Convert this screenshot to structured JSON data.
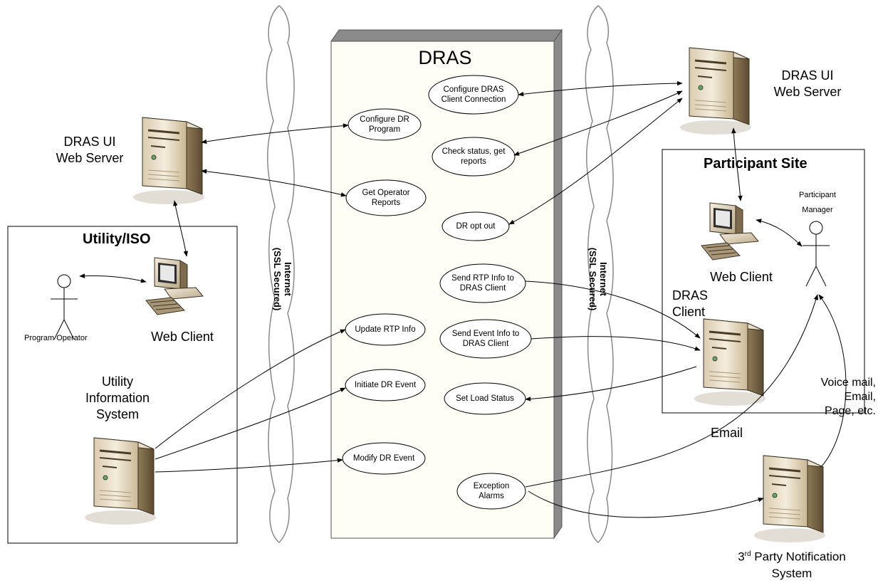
{
  "dras": {
    "title": "DRAS"
  },
  "internet": {
    "line1": "Internet",
    "line2": "(SSL Secured)"
  },
  "utility_box": {
    "title": "Utility/ISO"
  },
  "participant_box": {
    "title": "Participant Site"
  },
  "left_server": {
    "line1": "DRAS UI",
    "line2": "Web Server"
  },
  "right_server": {
    "line1": "DRAS UI",
    "line2": "Web Server"
  },
  "left_web_client": {
    "label": "Web Client"
  },
  "right_web_client": {
    "label": "Web Client"
  },
  "program_operator": {
    "label": "Program Operator"
  },
  "participant_manager": {
    "line1": "Participant",
    "line2": "Manager"
  },
  "utility_info_system": {
    "line1": "Utility",
    "line2": "Information",
    "line3": "System"
  },
  "dras_client": {
    "line1": "DRAS",
    "line2": "Client"
  },
  "third_party": {
    "line1": "3",
    "sup": "rd",
    "line1b": " Party Notification",
    "line2": "System"
  },
  "email_label": "Email",
  "voice_mail": {
    "line1": "Voice mail,",
    "line2": "Email,",
    "line3": "Page, etc."
  },
  "functions": {
    "configure_dr_program": {
      "line1": "Configure DR",
      "line2": "Program"
    },
    "get_operator_reports": {
      "line1": "Get Operator",
      "line2": "Reports"
    },
    "update_rtp_info": {
      "line1": "Update RTP Info"
    },
    "initiate_dr_event": {
      "line1": "Initiate DR Event"
    },
    "modify_dr_event": {
      "line1": "Modify DR Event"
    },
    "configure_dras_client": {
      "line1": "Configure DRAS",
      "line2": "Client Connection"
    },
    "check_status": {
      "line1": "Check status, get",
      "line2": "reports"
    },
    "dr_opt_out": {
      "line1": "DR opt out"
    },
    "send_rtp_info": {
      "line1": "Send RTP Info to",
      "line2": "DRAS Client"
    },
    "send_event_info": {
      "line1": "Send Event Info to",
      "line2": "DRAS Client"
    },
    "set_load_status": {
      "line1": "Set Load Status"
    },
    "exception_alarms": {
      "line1": "Exception",
      "line2": "Alarms"
    }
  }
}
